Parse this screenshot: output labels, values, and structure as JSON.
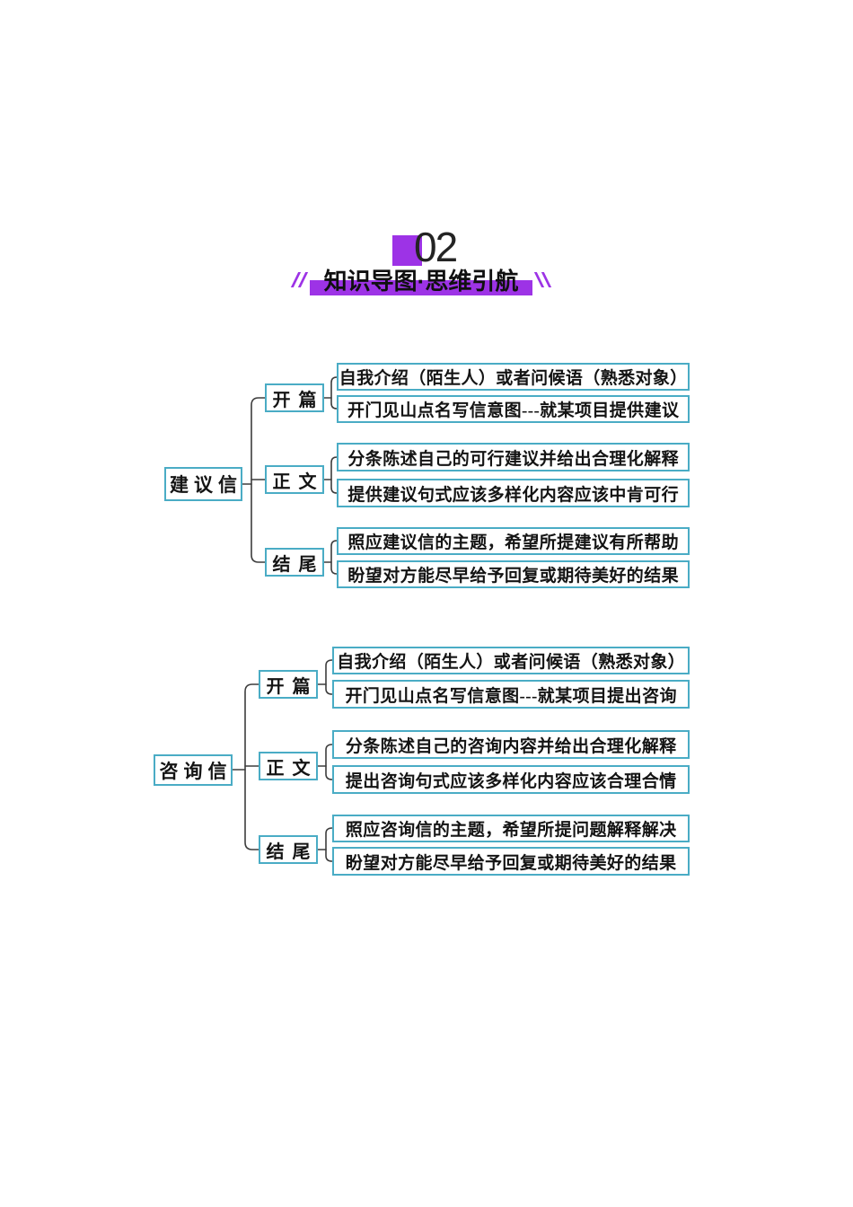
{
  "header": {
    "section_number": "02",
    "section_title": "知识导图·思维引航"
  },
  "maps": [
    {
      "root": "建议信",
      "branches": [
        {
          "label": "开篇",
          "leaves": [
            "自我介绍（陌生人）或者问候语（熟悉对象）",
            "开门见山点名写信意图---就某项目提供建议"
          ]
        },
        {
          "label": "正文",
          "leaves": [
            "分条陈述自己的可行建议并给出合理化解释",
            "提供建议句式应该多样化内容应该中肯可行"
          ]
        },
        {
          "label": "结尾",
          "leaves": [
            "照应建议信的主题，希望所提建议有所帮助",
            "盼望对方能尽早给予回复或期待美好的结果"
          ]
        }
      ]
    },
    {
      "root": "咨询信",
      "branches": [
        {
          "label": "开篇",
          "leaves": [
            "自我介绍（陌生人）或者问候语（熟悉对象）",
            "开门见山点名写信意图---就某项目提出咨询"
          ]
        },
        {
          "label": "正文",
          "leaves": [
            "分条陈述自己的咨询内容并给出合理化解释",
            "提出咨询句式应该多样化内容应该合理合情"
          ]
        },
        {
          "label": "结尾",
          "leaves": [
            "照应咨询信的主题，希望所提问题解释解决",
            "盼望对方能尽早给予回复或期待美好的结果"
          ]
        }
      ]
    }
  ],
  "colors": {
    "accent_purple": "#9d33e6",
    "node_border": "#4aacc5",
    "connector": "#3d3d3d",
    "text": "#141414"
  }
}
